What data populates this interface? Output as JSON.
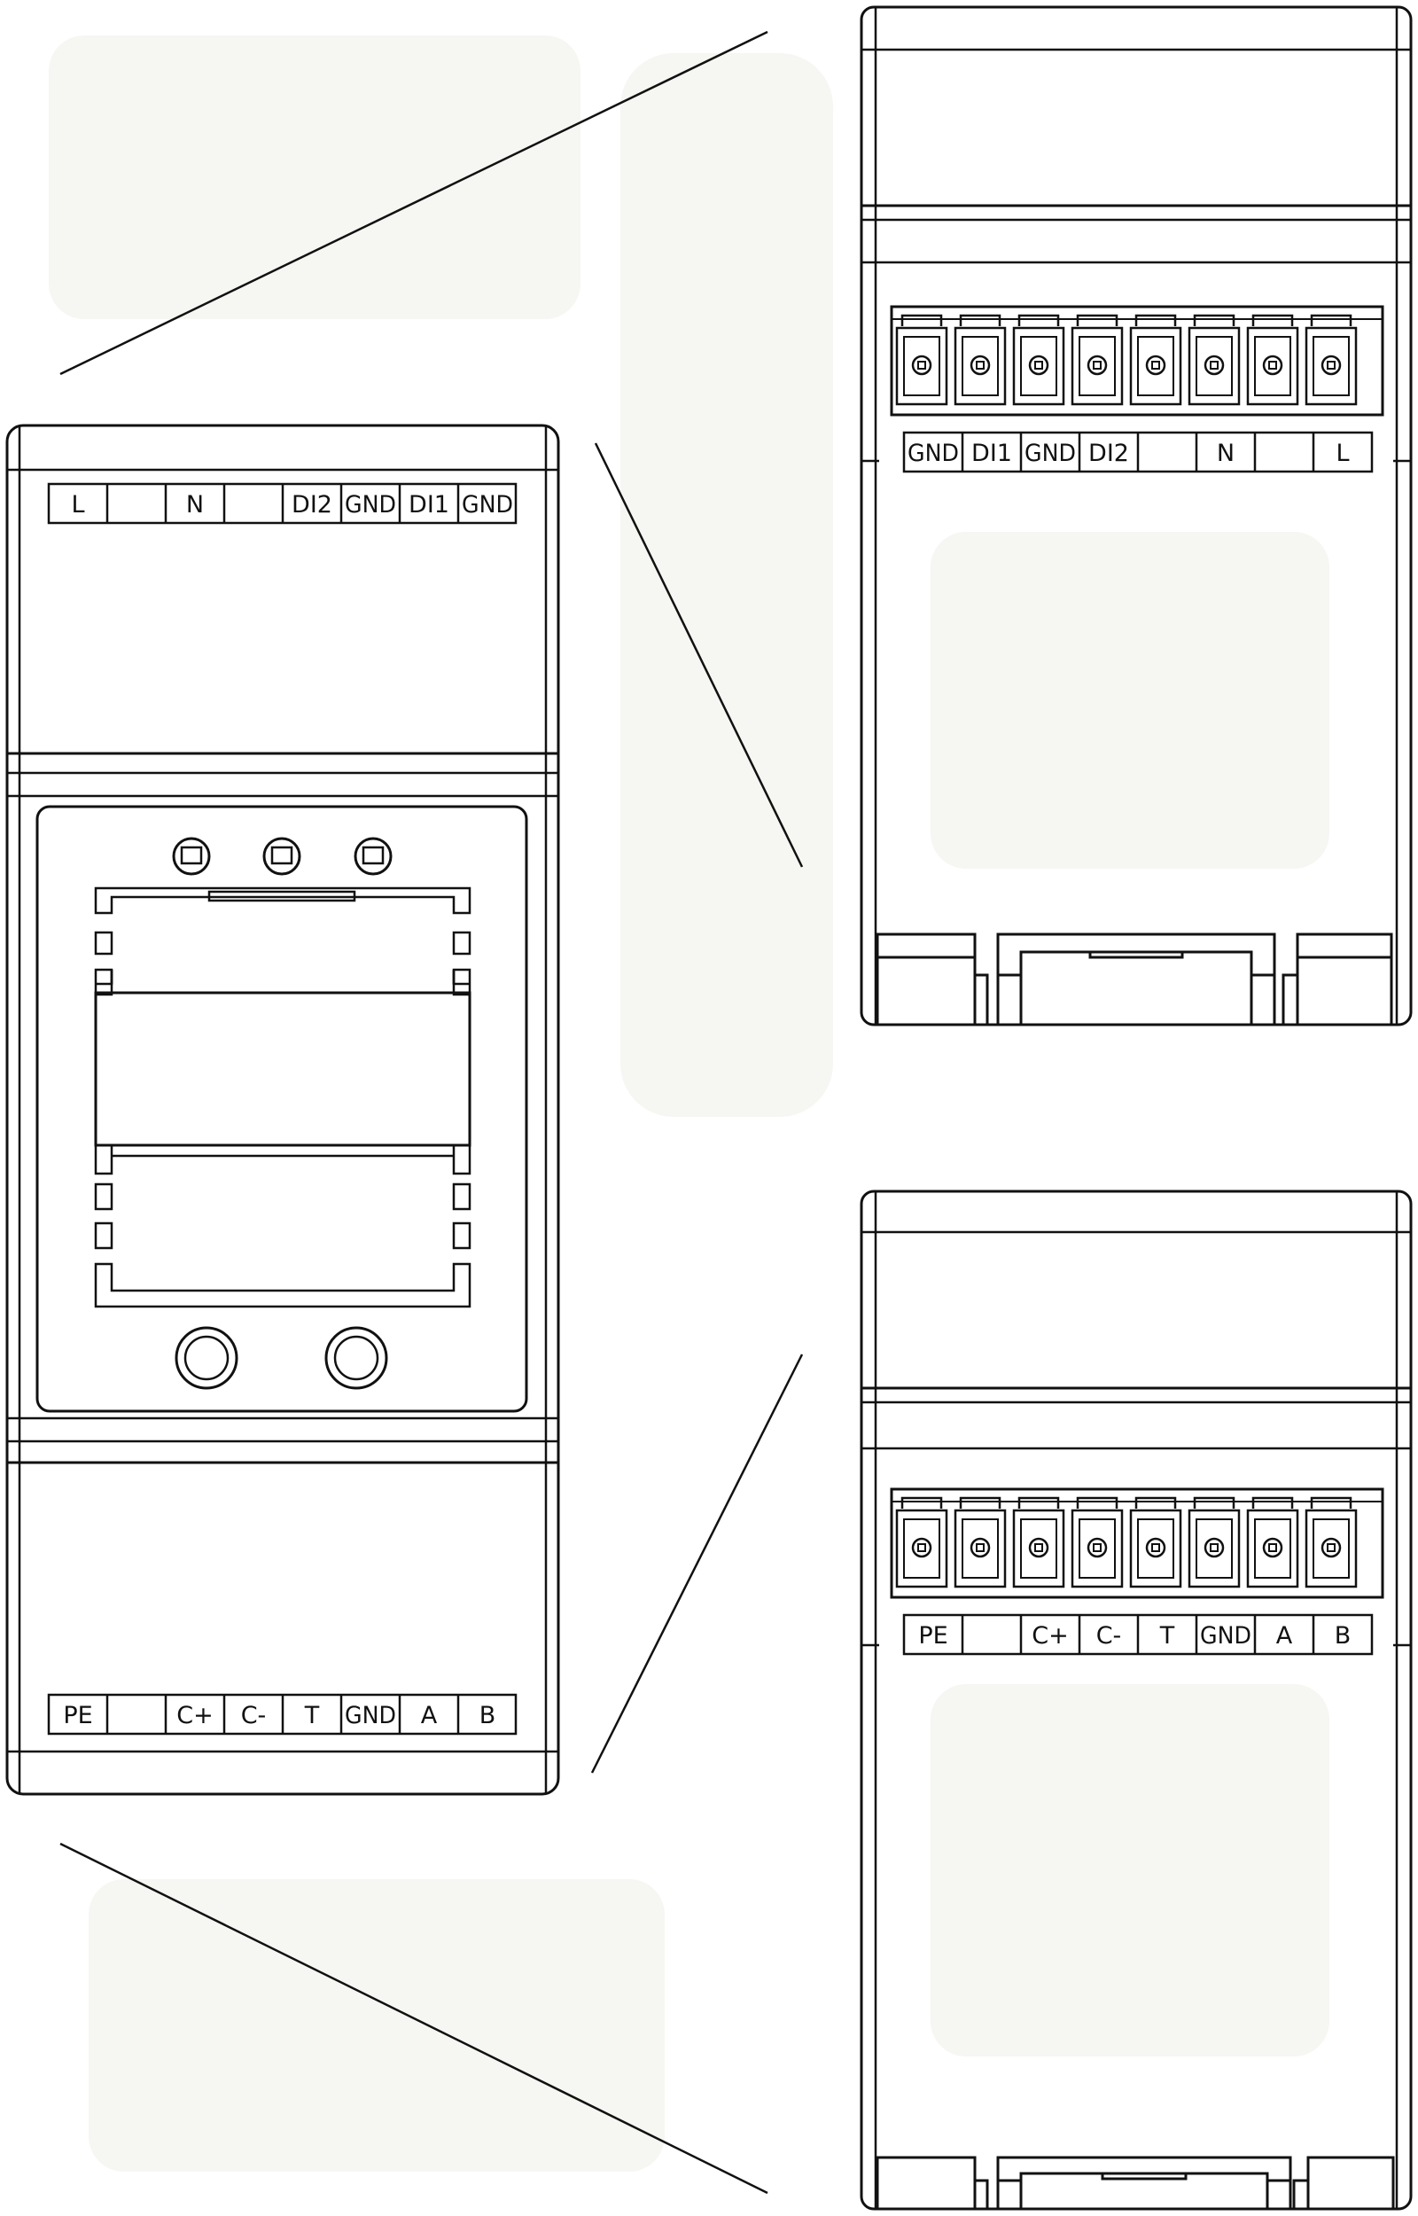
{
  "diagram": {
    "front_view": {
      "top_terminal_labels": [
        "L",
        "",
        "N",
        "",
        "DI2",
        "GND",
        "DI1",
        "GND"
      ],
      "bottom_terminal_labels": [
        "PE",
        "",
        "C+",
        "C-",
        "T",
        "GND",
        "A",
        "B"
      ],
      "indicator_leds": 3,
      "push_buttons": 2
    },
    "top_detail_view": {
      "terminal_labels": [
        "GND",
        "DI1",
        "GND",
        "DI2",
        "",
        "N",
        "",
        "L"
      ],
      "connector_pins": 8
    },
    "bottom_detail_view": {
      "terminal_labels": [
        "PE",
        "",
        "C+",
        "C-",
        "T",
        "GND",
        "A",
        "B"
      ],
      "connector_pins": 8
    }
  },
  "colors": {
    "line": "#111111",
    "background": "#ffffff",
    "tint": "#f6f6f3"
  }
}
